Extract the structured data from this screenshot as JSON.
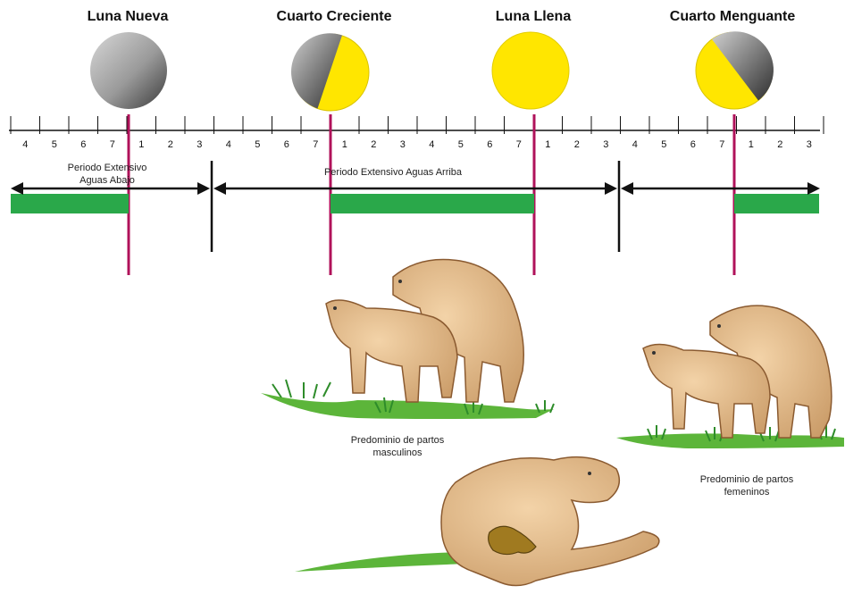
{
  "phases": [
    {
      "name": "Luna Nueva",
      "icon": "new-moon-icon"
    },
    {
      "name": "Cuarto Creciente",
      "icon": "first-quarter-moon-icon"
    },
    {
      "name": "Luna Llena",
      "icon": "full-moon-icon"
    },
    {
      "name": "Cuarto Menguante",
      "icon": "last-quarter-moon-icon"
    }
  ],
  "timeline_numbers": [
    "4",
    "5",
    "6",
    "7",
    "1",
    "2",
    "3",
    "4",
    "5",
    "6",
    "7",
    "1",
    "2",
    "3",
    "4",
    "5",
    "6",
    "7",
    "1",
    "2",
    "3",
    "4",
    "5",
    "6",
    "7",
    "1",
    "2",
    "3"
  ],
  "periods": {
    "downstream_line1": "Periodo Extensivo",
    "downstream_line2": "Aguas Abajo",
    "upstream": "Periodo Extensivo Aguas Arriba"
  },
  "captions": {
    "male_line1": "Predominio de partos",
    "male_line2": "masculinos",
    "female_line1": "Predominio de partos",
    "female_line2": "femeninos"
  },
  "colors": {
    "moon_yellow": "#ffe600",
    "moon_gray": "#9a9a9a",
    "green_bar": "#2aa84a",
    "phase_line": "#b0125a",
    "grass": "#5cb53a",
    "cow": "#e0b483"
  }
}
